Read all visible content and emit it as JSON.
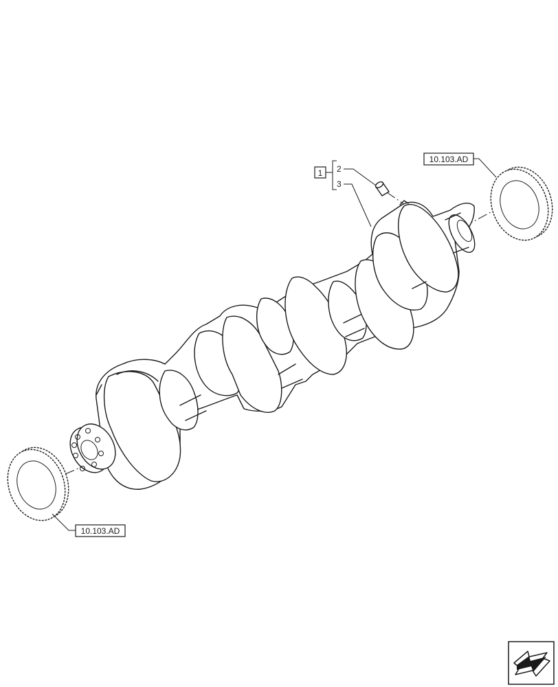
{
  "callouts": {
    "assembly_ref": "1",
    "item_pin": "2",
    "item_crankshaft": "3",
    "ref_top": "10.103.AD",
    "ref_bottom": "10.103.AD"
  },
  "icons": {
    "navigation": "arrow-navigation-icon"
  }
}
